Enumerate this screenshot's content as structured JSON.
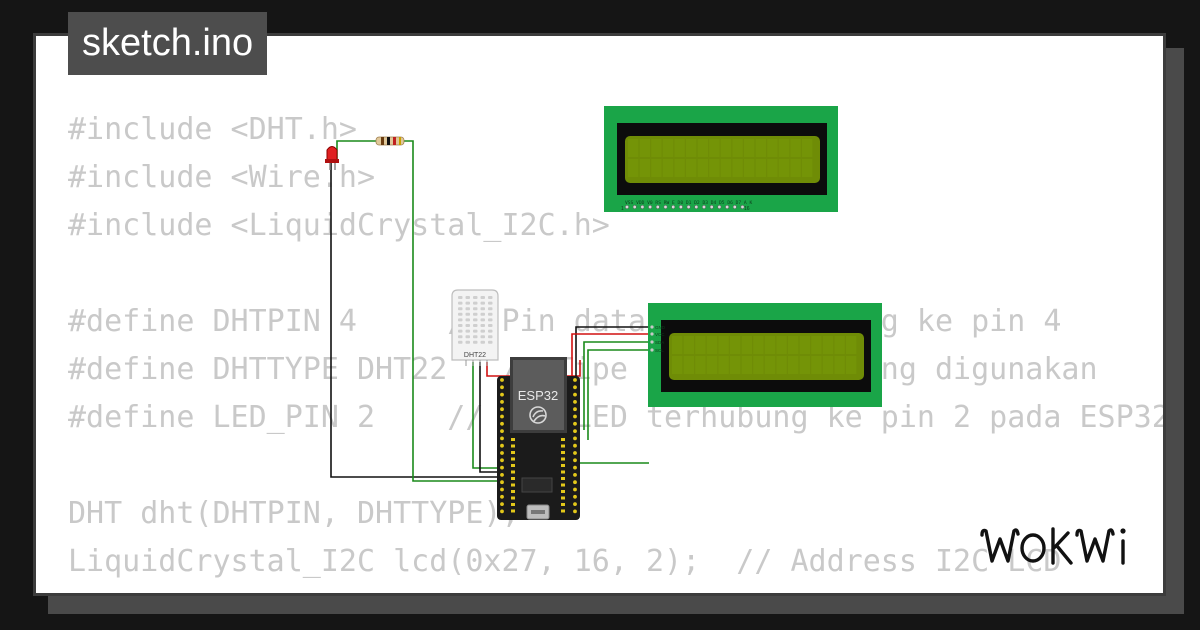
{
  "file_tab": {
    "label": "sketch.ino"
  },
  "code_lines": [
    "#include <DHT.h>",
    "#include <Wire.h>",
    "#include <LiquidCrystal_I2C.h>",
    "",
    "#define DHTPIN 4     // Pin data DHT terhubung ke pin 4",
    "#define DHTTYPE DHT22   // Tipe sensor DHT yang digunakan",
    "#define LED_PIN 2    // Pin LED terhubung ke pin 2 pada ESP32",
    "",
    "DHT dht(DHTPIN, DHTTYPE);",
    "LiquidCrystal_I2C lcd(0x27, 16, 2);  // Address I2C LCD"
  ],
  "components": {
    "esp32_label": "ESP32",
    "dht_label": "DHT22",
    "lcd_top_pins": "VSS VDD V0 RS RW E D0 D1 D2 D3 D4 D5 D6 D7 A K",
    "lcd_top_pin_first": "1",
    "lcd_top_pin_last": "16",
    "lcd_i2c_pins": [
      "GND",
      "VCC",
      "SDA",
      "SCL"
    ]
  },
  "brand": {
    "name": "WOKWI"
  },
  "colors": {
    "lcd_green": "#1aa548",
    "lcd_screen": "#6f8c06",
    "wire_green": "#1a8a1a",
    "wire_red": "#d01010",
    "wire_black": "#111111"
  }
}
